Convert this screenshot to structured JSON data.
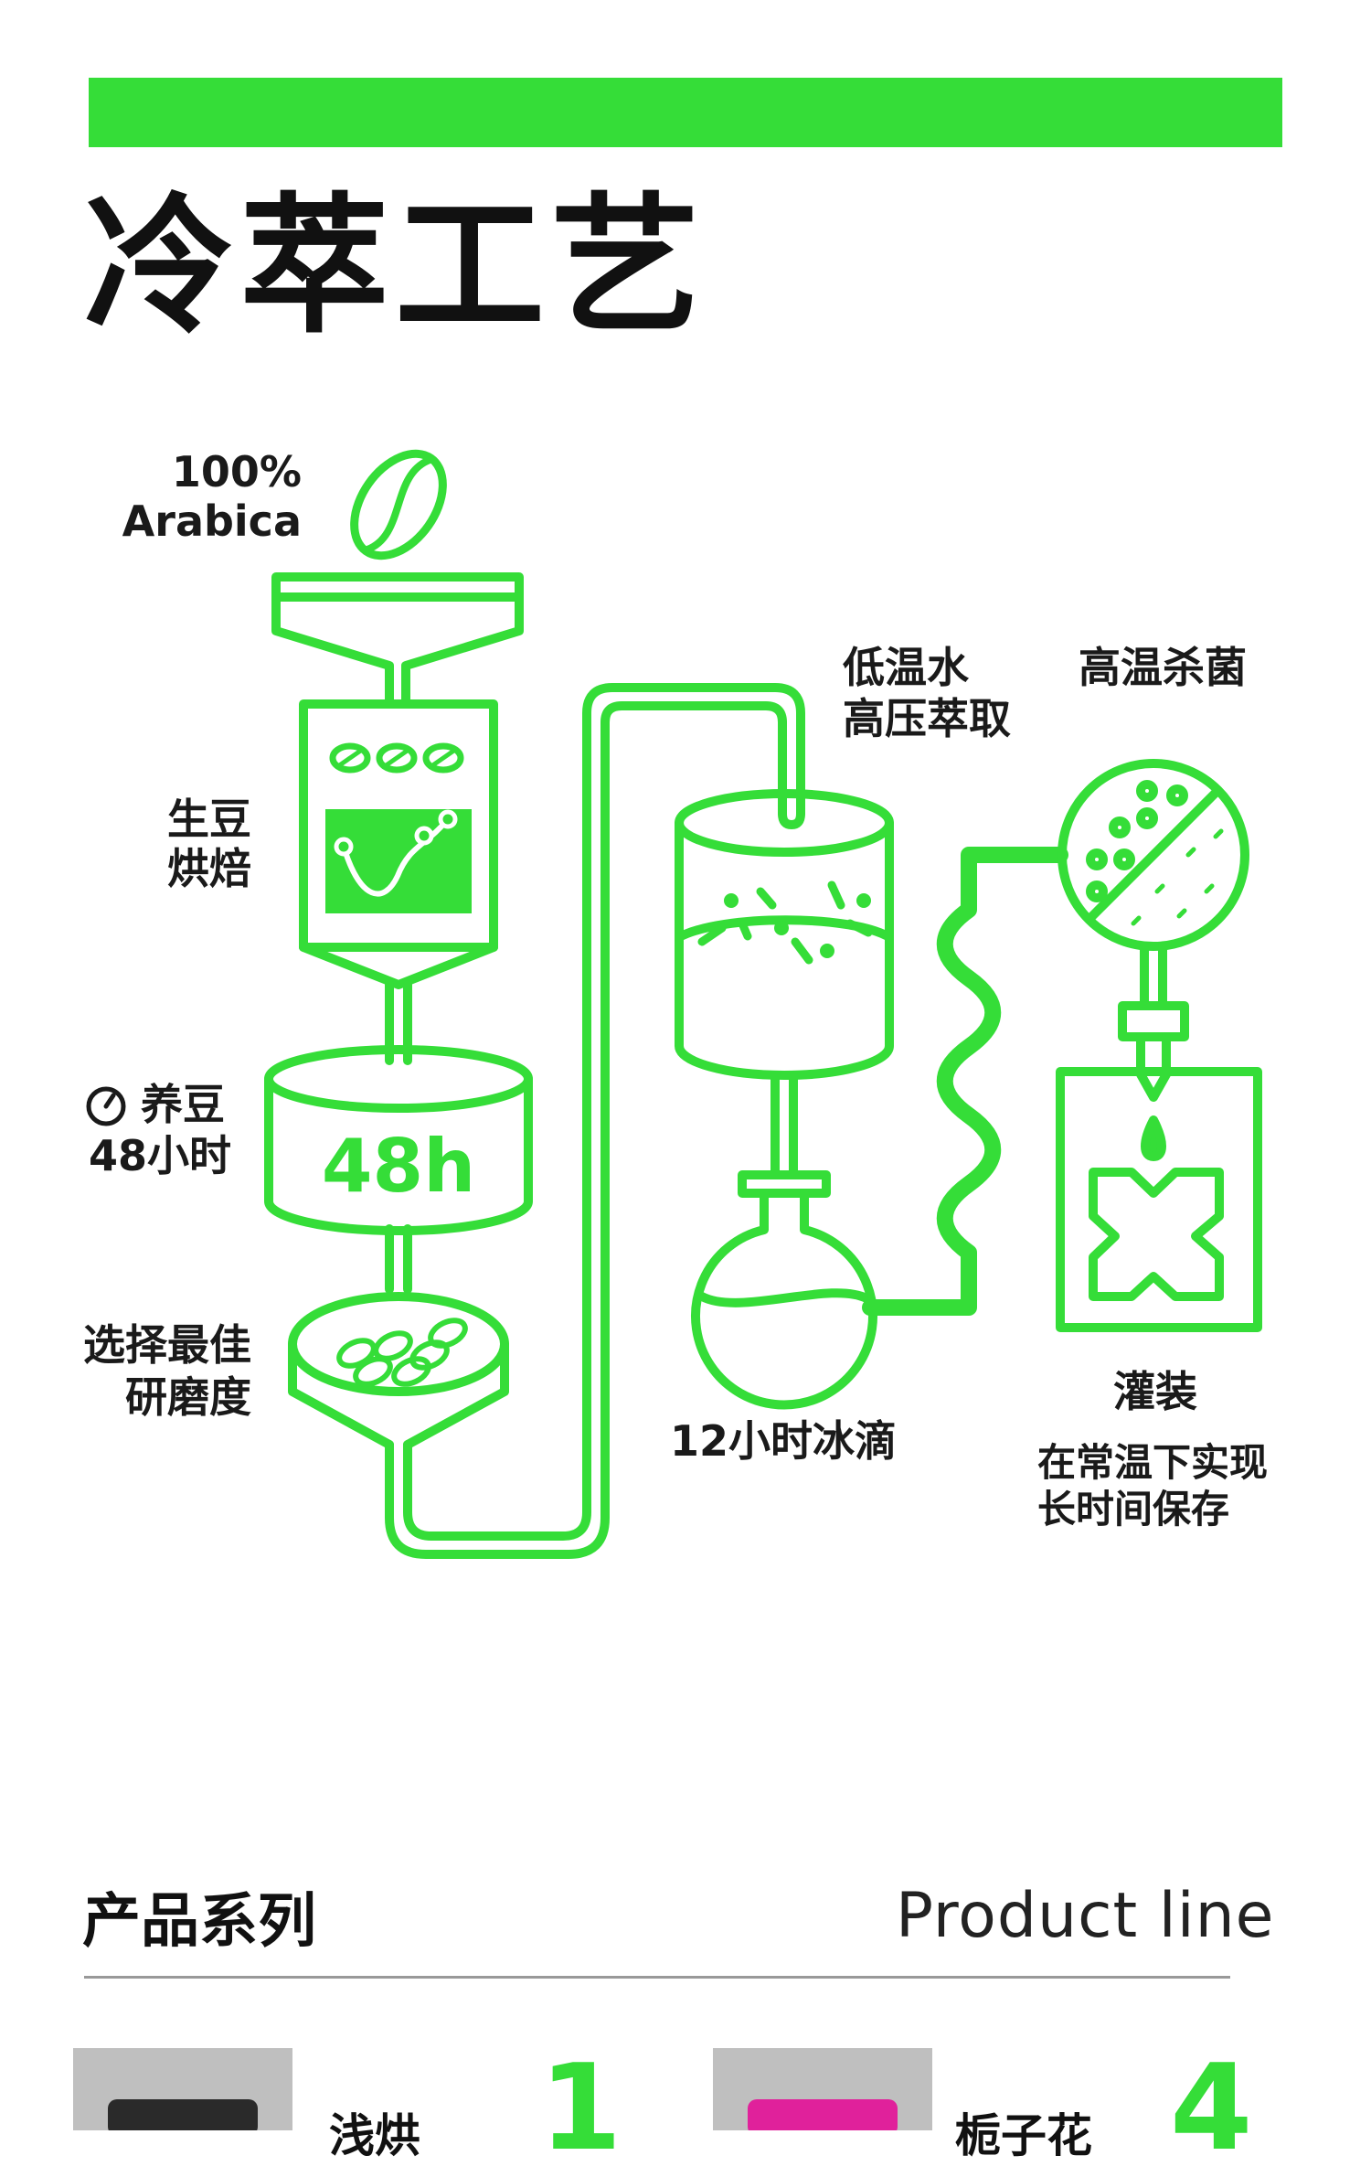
{
  "title": "冷萃工艺",
  "labels": {
    "bean_pct": "100%",
    "bean_type": "Arabica",
    "roast_1": "生豆",
    "roast_2": "烘焙",
    "rest_1": "养豆",
    "rest_2": "48小时",
    "rest_tank": "48h",
    "grind_1": "选择最佳",
    "grind_2": "研磨度",
    "extract_1": "低温水",
    "extract_2": "高压萃取",
    "sterilize": "高温杀菌",
    "drip": "12小时冰滴",
    "fill_1": "灌装",
    "fill_2": "在常温下实现",
    "fill_3": "长时间保存"
  },
  "product_line": {
    "heading": "产品系列",
    "heading_en": "Product line",
    "items": [
      {
        "name": "浅烘",
        "number": "1"
      },
      {
        "name": "栀子花",
        "number": "4"
      }
    ]
  },
  "colors": {
    "accent": "#35dd38",
    "text": "#111111",
    "divider": "#999999"
  }
}
